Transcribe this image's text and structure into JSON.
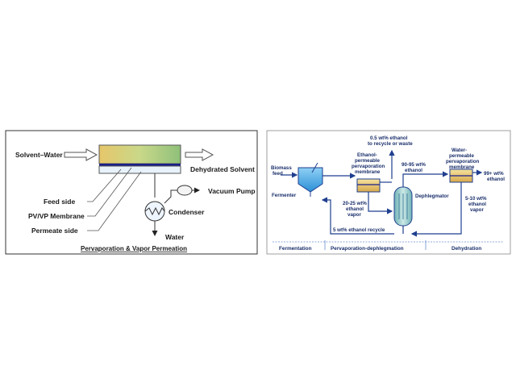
{
  "pervaporation_diagram": {
    "labels": {
      "solvent_water": "Solvent–Water",
      "dehydrated_solvent": "Dehydrated Solvent",
      "feed_side": "Feed side",
      "membrane": "PV/VP Membrane",
      "permeate_side": "Permeate side",
      "vacuum_pump": "Vacuum Pump",
      "condenser": "Condenser",
      "water": "Water"
    },
    "caption": "Pervaporation & Vapor Permeation"
  },
  "ethanol_process": {
    "labels": {
      "biomass_line1": "Biomass",
      "biomass_line2": "feed",
      "fermenter": "Fermenter",
      "eth_mem_line1": "Ethanol-",
      "eth_mem_line2": "permeable",
      "eth_mem_line3": "pervaporation",
      "eth_mem_line4": "membrane",
      "waste_line1": "0.5 wt% ethanol",
      "waste_line2": "to recycle or waste",
      "vapor2025_line1": "20-25 wt%",
      "vapor2025_line2": "ethanol",
      "vapor2025_line3": "vapor",
      "eth9095_line1": "90-95 wt%",
      "eth9095_line2": "ethanol",
      "dephlegmator": "Dephlegmator",
      "water_mem_line1": "Water-",
      "water_mem_line2": "permeable",
      "water_mem_line3": "pervaporation",
      "water_mem_line4": "membrane",
      "product_line1": "99+ wt%",
      "product_line2": "ethanol",
      "vapor510_line1": "5-10 wt%",
      "vapor510_line2": "ethanol",
      "vapor510_line3": "vapor",
      "recycle": "5 wt% ethanol recycle"
    },
    "stages": [
      "Fermentation",
      "Pervaporation-dephlegmation",
      "Dehydration"
    ]
  },
  "colors": {
    "line_blue": "#1f3f8f",
    "membrane_yellow": "#f2d978",
    "membrane_green": "#8fc07a",
    "membrane_band": "#1a1f8a",
    "fermenter_water": "#3aa7e8",
    "column_teal": "#9ad0cf"
  }
}
